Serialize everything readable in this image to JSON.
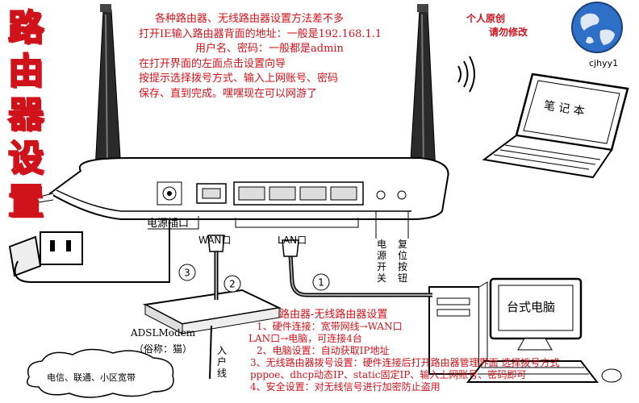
{
  "side_title": [
    "路",
    "由",
    "器",
    "设",
    "置"
  ],
  "intro_lines": [
    "各种路由器、无线路由器设置方法差不多",
    "打开IE输入路由器背面的地址：一般是192.168.1.1",
    "用户名、密码：一般都是admin",
    "在打开界面的左面点击设置向导",
    "按提示选择拨号方式、输入上网账号、密码",
    "保存、直到完成。嘿嘿现在可以网游了"
  ],
  "brand_lines": [
    "个人原创",
    "请勿修改"
  ],
  "author": "cjhyy1",
  "labels": {
    "laptop": "笔 记 本",
    "desktop": "台式电脑",
    "power_port": "电源插口",
    "wan_port": "WAN口",
    "lan_port": "LAN口",
    "power_switch": "电源开关",
    "reset_button": "复位按钮",
    "modem": "ADSLModem",
    "modem_alias": "（俗称：猫）",
    "incoming_line": "入户线",
    "isp": "电信、联通、小区宽带"
  },
  "step_markers": [
    "1",
    "2",
    "3"
  ],
  "steps_title": "路由器-无线路由器设置",
  "steps": [
    "1、硬件连接：宽带网线→WAN口",
    "LAN口→电脑，可连接4台",
    "2、电脑设置：自动获取IP地址",
    "3、无线路由器拨号设置：硬件连接后打开路由器管理界面 选择拨号方式",
    "pppoe、dhcp动态IP、static固定IP、输入上网账号、密码即可",
    "4、安全设置：对无线信号进行加密防止盗用"
  ]
}
